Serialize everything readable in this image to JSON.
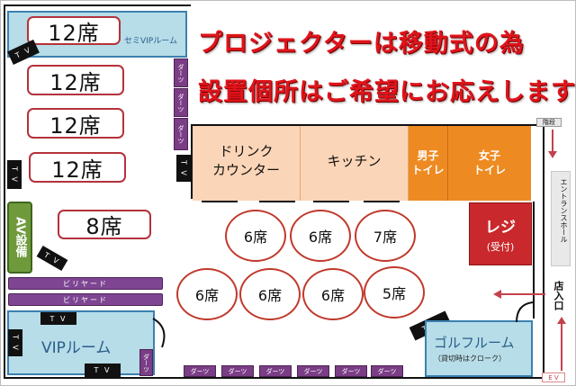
{
  "headline": {
    "line1": "プロジェクターは移動式の為",
    "line2": "設置個所はご希望にお応えします♪"
  },
  "seats": {
    "top_12": "12席",
    "row2_12": "12席",
    "row3_12": "12席",
    "row4_12": "12席",
    "left_8": "8席",
    "oval_r1_a": "6席",
    "oval_r1_b": "6席",
    "oval_r1_c": "7席",
    "oval_r2_a": "6席",
    "oval_r2_b": "6席",
    "oval_r2_c": "6席",
    "oval_r2_d": "5席"
  },
  "rooms": {
    "semi_vip": "セミVIPルーム",
    "vip": "VIPルーム",
    "golf": "ゴルフルーム",
    "golf_note": "（貸切時はクローク）",
    "drink_counter": "ドリンク\nカウンター",
    "kitchen": "キッチン",
    "mens_toilet": "男子\nトイレ",
    "womens_toilet": "女子\nトイレ",
    "register": "レジ",
    "register_note": "(受付)",
    "entrance_hall": "エントランスホール",
    "store_entrance": "店入口",
    "stairs": "階段",
    "av_equipment": "AV設備"
  },
  "equipment": {
    "tv": "T V",
    "darts": "ダーツ",
    "billiards": "ビリヤード",
    "ev": "E V"
  },
  "colors": {
    "headline": "#e0141b",
    "seat_border": "#b5323a",
    "darts": "#7a3d86",
    "counter": "#fbd5b7",
    "toilet": "#ee8a22",
    "register": "#c9282c",
    "room": "#b6dde8",
    "av": "#6e9a3c"
  }
}
